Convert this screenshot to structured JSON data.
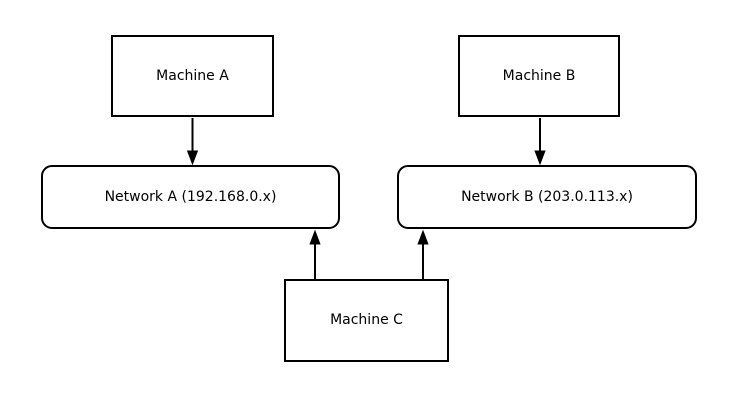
{
  "diagram": {
    "type": "network-topology",
    "colors": {
      "stroke": "#000000",
      "background": "#ffffff",
      "text": "#000000"
    },
    "nodes": [
      {
        "id": "machine-a",
        "label": "Machine A",
        "shape": "rect"
      },
      {
        "id": "machine-b",
        "label": "Machine B",
        "shape": "rect"
      },
      {
        "id": "network-a",
        "label": "Network A (192.168.0.x)",
        "shape": "rounded-rect"
      },
      {
        "id": "network-b",
        "label": "Network B (203.0.113.x)",
        "shape": "rounded-rect"
      },
      {
        "id": "machine-c",
        "label": "Machine C",
        "shape": "rect"
      }
    ],
    "edges": [
      {
        "from": "machine-a",
        "to": "network-a",
        "arrow": "down"
      },
      {
        "from": "machine-b",
        "to": "network-b",
        "arrow": "down"
      },
      {
        "from": "machine-c",
        "to": "network-a",
        "arrow": "up"
      },
      {
        "from": "machine-c",
        "to": "network-b",
        "arrow": "up"
      }
    ]
  }
}
